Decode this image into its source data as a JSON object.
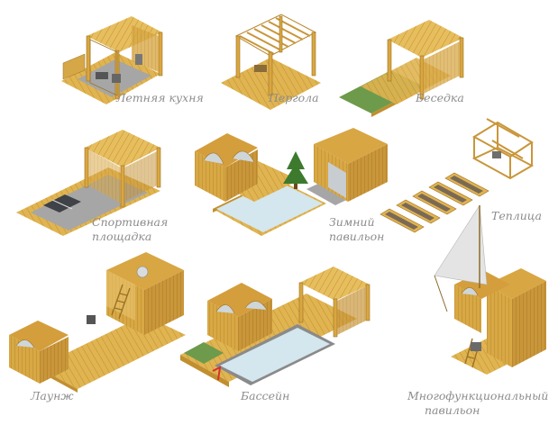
{
  "labels": {
    "summer_kitchen": "Летняя кухня",
    "pergola": "Пергола",
    "gazebo": "Беседка",
    "sports_ground_1": "Спортивная",
    "sports_ground_2": "площадка",
    "winter_pavilion_1": "Зимний",
    "winter_pavilion_2": "павильон",
    "greenhouse": "Теплица",
    "lounge": "Лаунж",
    "pool": "Бассейн",
    "multi_pavilion_1": "Многофункциональный",
    "multi_pavilion_2": "павильон"
  },
  "colors": {
    "wood": "#e0b451",
    "label": "#8c8c8c",
    "grass": "#6e9a4b",
    "water": "#d4e6ee",
    "floor": "#a6a6a6"
  }
}
